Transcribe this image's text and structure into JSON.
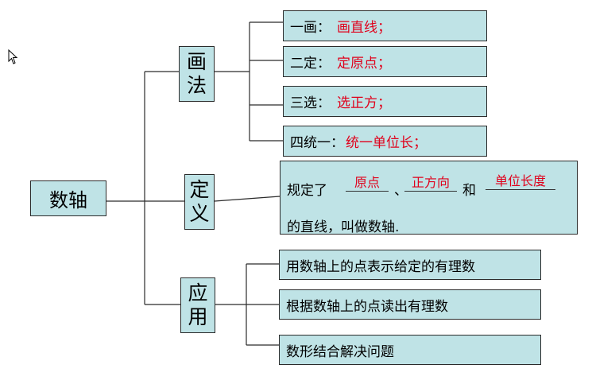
{
  "root": "数轴",
  "branches": {
    "huafa": [
      "画",
      "法"
    ],
    "dingyi": [
      "定",
      "义"
    ],
    "yingyong": [
      "应",
      "用"
    ]
  },
  "huafa_items": [
    {
      "label": "一画：",
      "value": "画直线；"
    },
    {
      "label": "二定：",
      "value": "定原点；"
    },
    {
      "label": "三选：",
      "value": "选正方；"
    },
    {
      "label": "四统一：",
      "value": "统一单位长；"
    }
  ],
  "definition": {
    "prefix": "规定了",
    "blank1": "原点",
    "sep": "、",
    "blank2": "正方向",
    "conj": "和",
    "blank3": "单位长度",
    "line2": "的直线，叫做数轴."
  },
  "yingyong_items": [
    "用数轴上的点表示给定的有理数",
    "根据数轴上的点读出有理数",
    "数形结合解决问题"
  ],
  "colors": {
    "box_fill": "#bfe3e6",
    "answer": "#e0001b",
    "line": "#2b2b2b"
  }
}
